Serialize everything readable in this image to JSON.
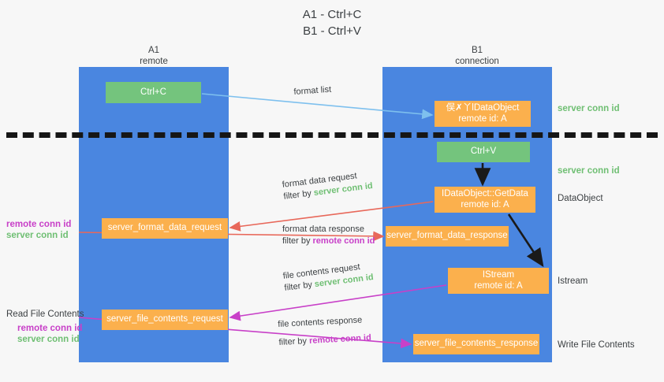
{
  "title": {
    "line1": "A1 - Ctrl+C",
    "line2": "B1 - Ctrl+V"
  },
  "lanes": [
    {
      "name": "A1",
      "sublabel": "remote"
    },
    {
      "name": "B1",
      "sublabel": "connection"
    }
  ],
  "boxes": {
    "ctrl_c": {
      "label": "Ctrl+C",
      "color": "#74c47d"
    },
    "ctrl_v": {
      "label": "Ctrl+V",
      "color": "#74c47d"
    },
    "idataobject": {
      "line1": "俣✗丫lDataObject",
      "line2": "remote id: A",
      "color": "#fbb04d"
    },
    "getdata": {
      "line1": "IDataObject::GetData",
      "line2": "remote id: A",
      "color": "#fbb04d"
    },
    "istream": {
      "line1": "IStream",
      "line2": "remote id: A",
      "color": "#fbb04d"
    },
    "server_format_data_request": {
      "label": "server_format_data_request",
      "color": "#fbb04d"
    },
    "server_format_data_response": {
      "label": "server_format_data_response",
      "color": "#fbb04d"
    },
    "server_file_contents_request": {
      "label": "server_file_contents_request",
      "color": "#fbb04d"
    },
    "server_file_contents_response": {
      "label": "server_file_contents_response",
      "color": "#fbb04d"
    }
  },
  "arrow_labels": {
    "format_list": "format list",
    "format_data_request": "format data request",
    "format_data_response": "format data response",
    "file_contents_request": "file contents request",
    "file_contents_response": "file contents response",
    "filter_by": "filter by ",
    "server_conn_id": "server conn id",
    "remote_conn_id": "remote conn id"
  },
  "annotations": {
    "server_conn_id_top": "server conn id",
    "server_conn_id_mid": "server conn id",
    "dataobject": "DataObject",
    "istream": "Istream",
    "write_file_contents": "Write File Contents",
    "read_file_contents": "Read File Contents",
    "remote_conn_id": "remote conn id",
    "server_conn_id": "server conn id"
  },
  "colors": {
    "lane": "#4a86e0",
    "green_box": "#74c47d",
    "orange_box": "#fbb04d",
    "green_text": "#6fbf73",
    "magenta_text": "#c840c8",
    "light_blue_arrow": "#7ec0ee",
    "red_arrow": "#e8685a",
    "magenta_arrow": "#c840c8",
    "black_arrow": "#1a1a1a",
    "background": "#f7f7f7"
  }
}
